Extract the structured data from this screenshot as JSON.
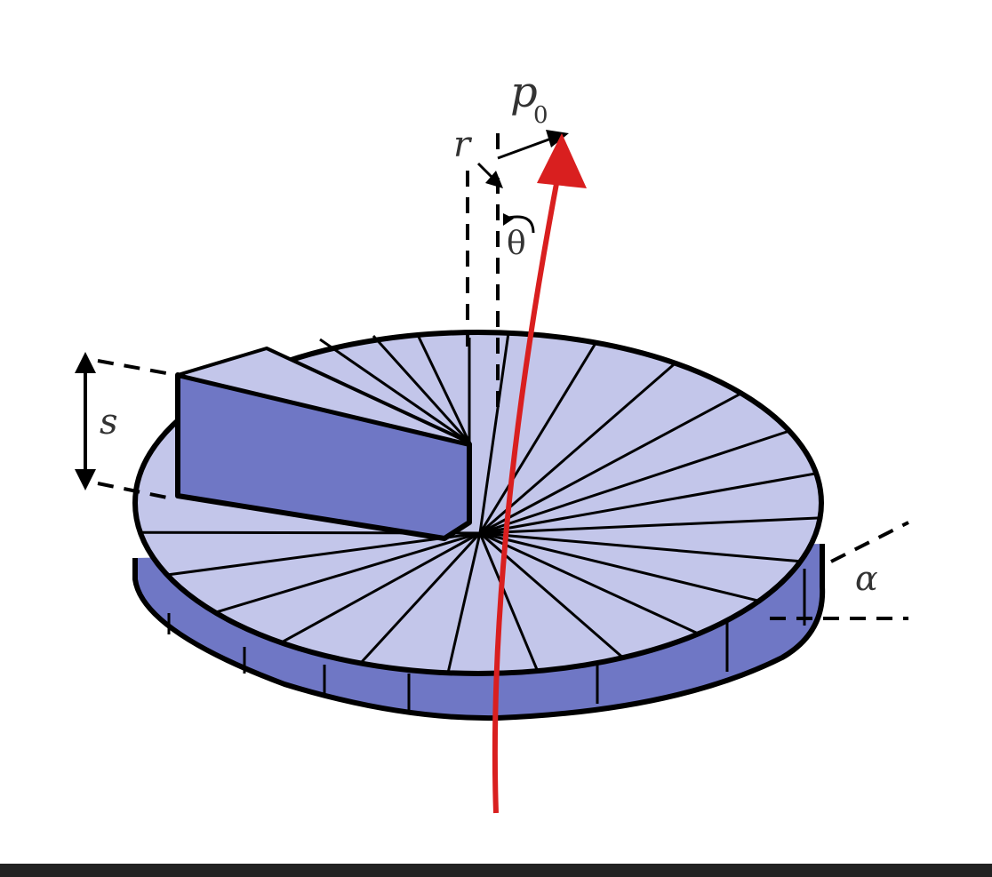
{
  "labels": {
    "p": "p",
    "p_sub": "0",
    "r": "r",
    "theta": "θ",
    "s": "s",
    "alpha": "α"
  },
  "colors": {
    "face_light": "#c3c6ea",
    "face_dark": "#6f77c5",
    "outline": "#000000",
    "beam": "#d91f1f",
    "label": "#333333"
  },
  "segment_count": 24
}
